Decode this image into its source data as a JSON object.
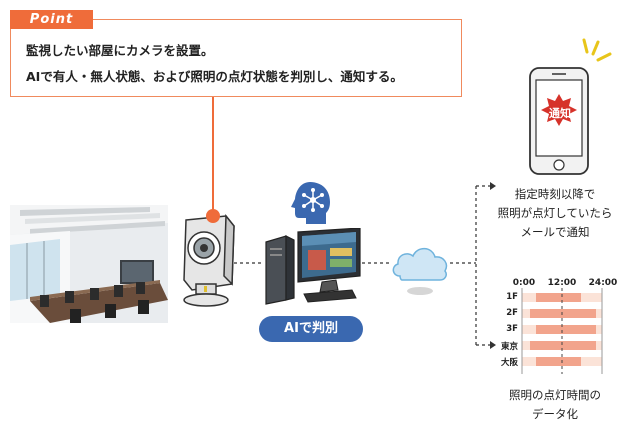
{
  "point": {
    "tag": "Point",
    "line1": "監視したい部屋にカメラを設置。",
    "line2": "AIで有人・無人状態、および照明の点灯状態を判別し、通知する。"
  },
  "badge": {
    "label": "AIで判別"
  },
  "phone": {
    "alert": "通知"
  },
  "notify_text": [
    "指定時刻以降で",
    "照明が点灯していたら",
    "メールで通知"
  ],
  "timeline": {
    "times": [
      "0:00",
      "12:00",
      "24:00"
    ],
    "rows": [
      {
        "label": "1F",
        "on": [
          [
            0.18,
            0.74
          ]
        ]
      },
      {
        "label": "2F",
        "on": [
          [
            0.1,
            0.93
          ]
        ]
      },
      {
        "label": "3F",
        "on": [
          [
            0.18,
            0.93
          ]
        ]
      },
      {
        "label": "東京",
        "on": [
          [
            0.1,
            0.93
          ]
        ]
      },
      {
        "label": "大阪",
        "on": [
          [
            0.18,
            0.74
          ]
        ]
      }
    ],
    "caption": [
      "照明の点灯時間の",
      "データ化"
    ]
  },
  "colors": {
    "accent": "#ef6c3a",
    "badge": "#3a68b0",
    "light_bar": "#f2a48c",
    "timeline_bg": "#fbe3d8"
  }
}
